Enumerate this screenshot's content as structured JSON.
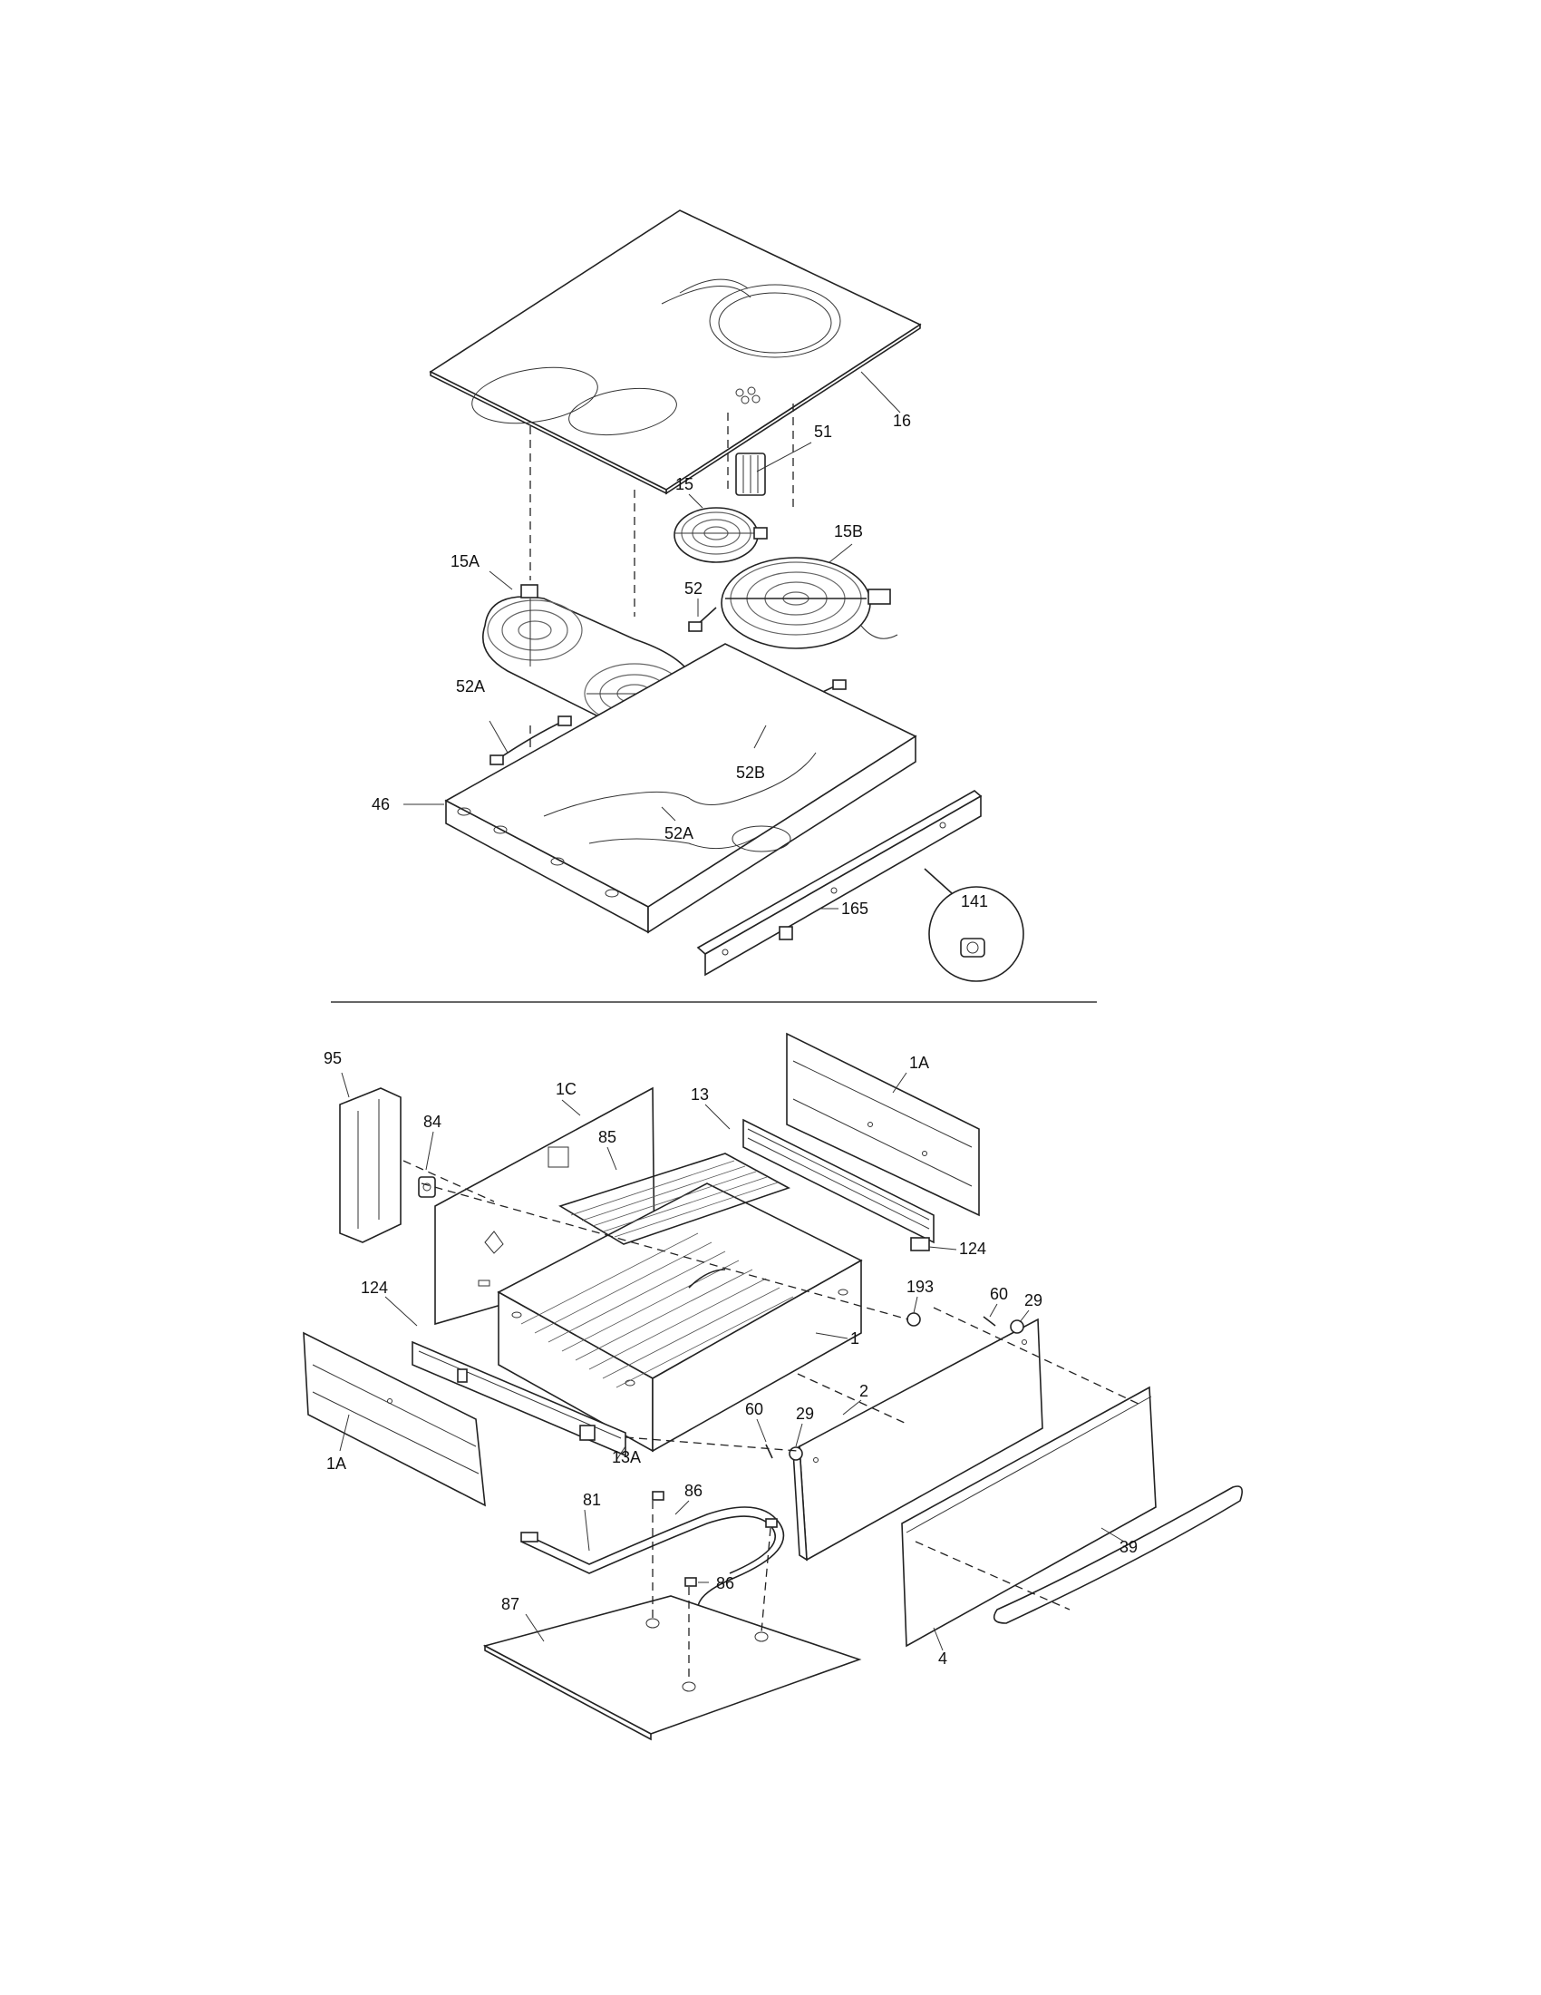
{
  "callouts": {
    "c16": "16",
    "c51": "51",
    "c15": "15",
    "c15b": "15B",
    "c15a": "15A",
    "c52": "52",
    "c52a_top": "52A",
    "c52b": "52B",
    "c52a_bot": "52A",
    "c46": "46",
    "c165": "165",
    "c141": "141",
    "c95": "95",
    "c84": "84",
    "c1c": "1C",
    "c85": "85",
    "c13": "13",
    "c1a_top": "1A",
    "c124_r": "124",
    "c193": "193",
    "c60_r": "60",
    "c29_r": "29",
    "c124_l": "124",
    "c1": "1",
    "c2": "2",
    "c60_l": "60",
    "c29_l": "29",
    "c1a_bot": "1A",
    "c13a": "13A",
    "c86_top": "86",
    "c81": "81",
    "c86_bot": "86",
    "c87": "87",
    "c4": "4",
    "c39": "39"
  }
}
